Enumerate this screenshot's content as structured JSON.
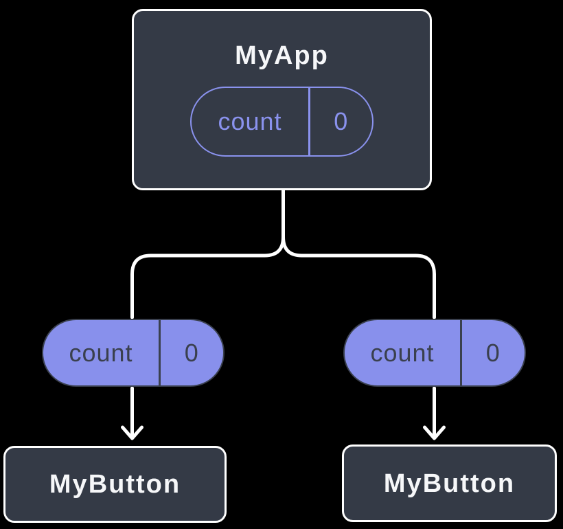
{
  "diagram": {
    "root": {
      "title": "MyApp",
      "state": {
        "label": "count",
        "value": "0"
      }
    },
    "children": [
      {
        "title": "MyButton",
        "prop": {
          "label": "count",
          "value": "0"
        }
      },
      {
        "title": "MyButton",
        "prop": {
          "label": "count",
          "value": "0"
        }
      }
    ],
    "colors": {
      "background": "#000000",
      "node_fill": "#343A46",
      "node_border": "#FFFFFF",
      "node_text": "#F6F7F9",
      "state_accent": "#8A92EE",
      "prop_pill_fill": "#8890EC",
      "prop_pill_text": "#3A404E",
      "connector": "#FFFFFF"
    }
  }
}
